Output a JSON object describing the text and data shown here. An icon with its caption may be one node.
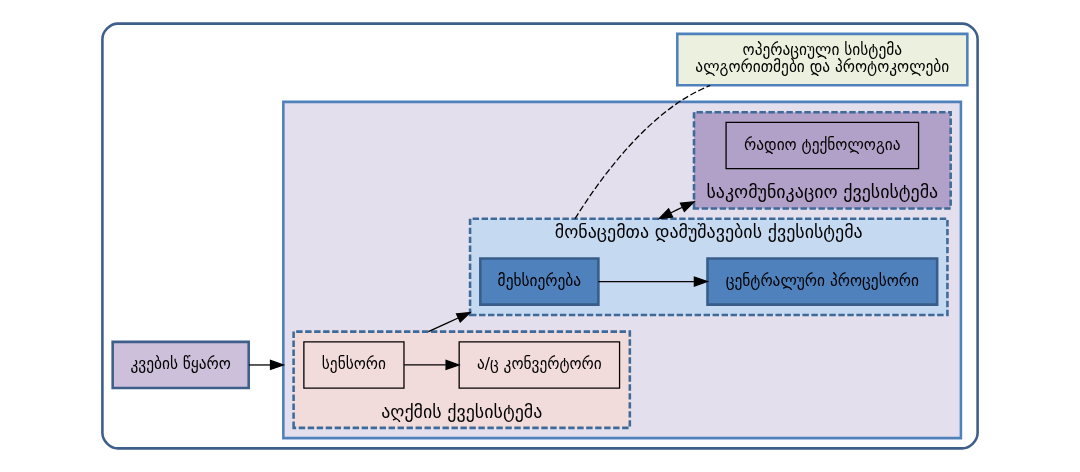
{
  "diagram": {
    "nodes": [
      {
        "text": [],
        "shape": "box"
      },
      {
        "text": [
          "კვების წყარო"
        ],
        "in": 0
      },
      {
        "text": [],
        "shape": "box",
        "in": 0
      },
      {
        "text": [
          "აღქმის ქვესისტემა"
        ],
        "in": 2
      },
      {
        "text": [
          "სენსორი"
        ],
        "in": 3
      },
      {
        "text": [
          "ა/ც კონვერტორი"
        ],
        "in": 3
      },
      {
        "text": [
          "მონაცემთა დამუშავების ქვესისტემა"
        ],
        "in": 2
      },
      {
        "text": [
          "მეხსიერება"
        ],
        "in": 6
      },
      {
        "text": [
          "ცენტრალური პროცესორი"
        ],
        "in": 6
      },
      {
        "text": [
          "საკომუნიკაციო ქვესისტემა"
        ],
        "in": 2
      },
      {
        "text": [
          "რადიო ტექნოლოგია"
        ],
        "in": 9
      },
      {
        "text": [
          "ოპერაციული სისტემა",
          "ალგორითმები და პროტოკოლები"
        ],
        "in": 0
      }
    ],
    "edges": [
      {
        "from": 1,
        "to": 2,
        "arrow": "to"
      },
      {
        "from": 4,
        "to": 5,
        "arrow": "to"
      },
      {
        "from": 3,
        "to": 6,
        "arrow": "to"
      },
      {
        "from": 7,
        "to": 8,
        "arrow": "to"
      },
      {
        "from": 6,
        "to": 9,
        "arrow": "both"
      },
      {
        "from": 6,
        "to": 11,
        "arrow": "none",
        "style": "dashed"
      }
    ]
  }
}
